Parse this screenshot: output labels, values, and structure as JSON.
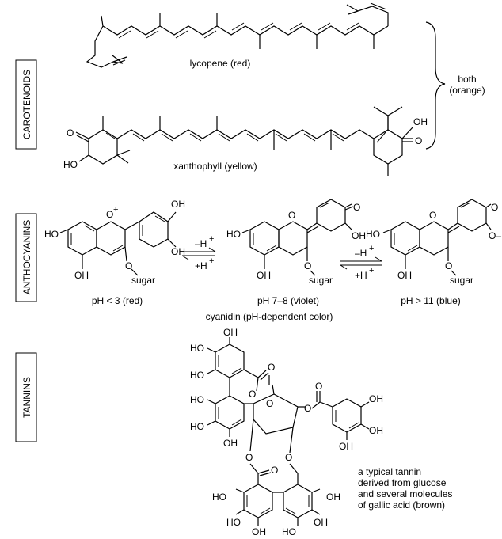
{
  "sections": {
    "carotenoids": "CAROTENOIDS",
    "anthocyanins": "ANTHOCYANINS",
    "tannins": "TANNINS"
  },
  "carotenoids": {
    "lycopene_caption": "lycopene (red)",
    "xanthophyll_caption": "xanthophyll (yellow)",
    "both_line1": "both",
    "both_line2": "(orange)"
  },
  "anthocyanins": {
    "ph_red": "pH < 3 (red)",
    "ph_violet": "pH 7–8 (violet)",
    "ph_blue": "pH > 11 (blue)",
    "cyanidin_caption": "cyanidin (pH-dependent color)",
    "arrow1_top": "–H",
    "arrow1_bottom": "+H",
    "arrow2_top": "–H",
    "arrow2_bottom": "+H",
    "plus_superscript": "+",
    "sugar": "sugar"
  },
  "tannins": {
    "caption_line1": "a typical tannin",
    "caption_line2": "derived from glucose",
    "caption_line3": "and several molecules",
    "caption_line4": "of gallic acid (brown)"
  },
  "atoms": {
    "O": "O",
    "OH": "OH",
    "HO": "HO",
    "O_plus": "O+",
    "O_minus": "O–"
  }
}
